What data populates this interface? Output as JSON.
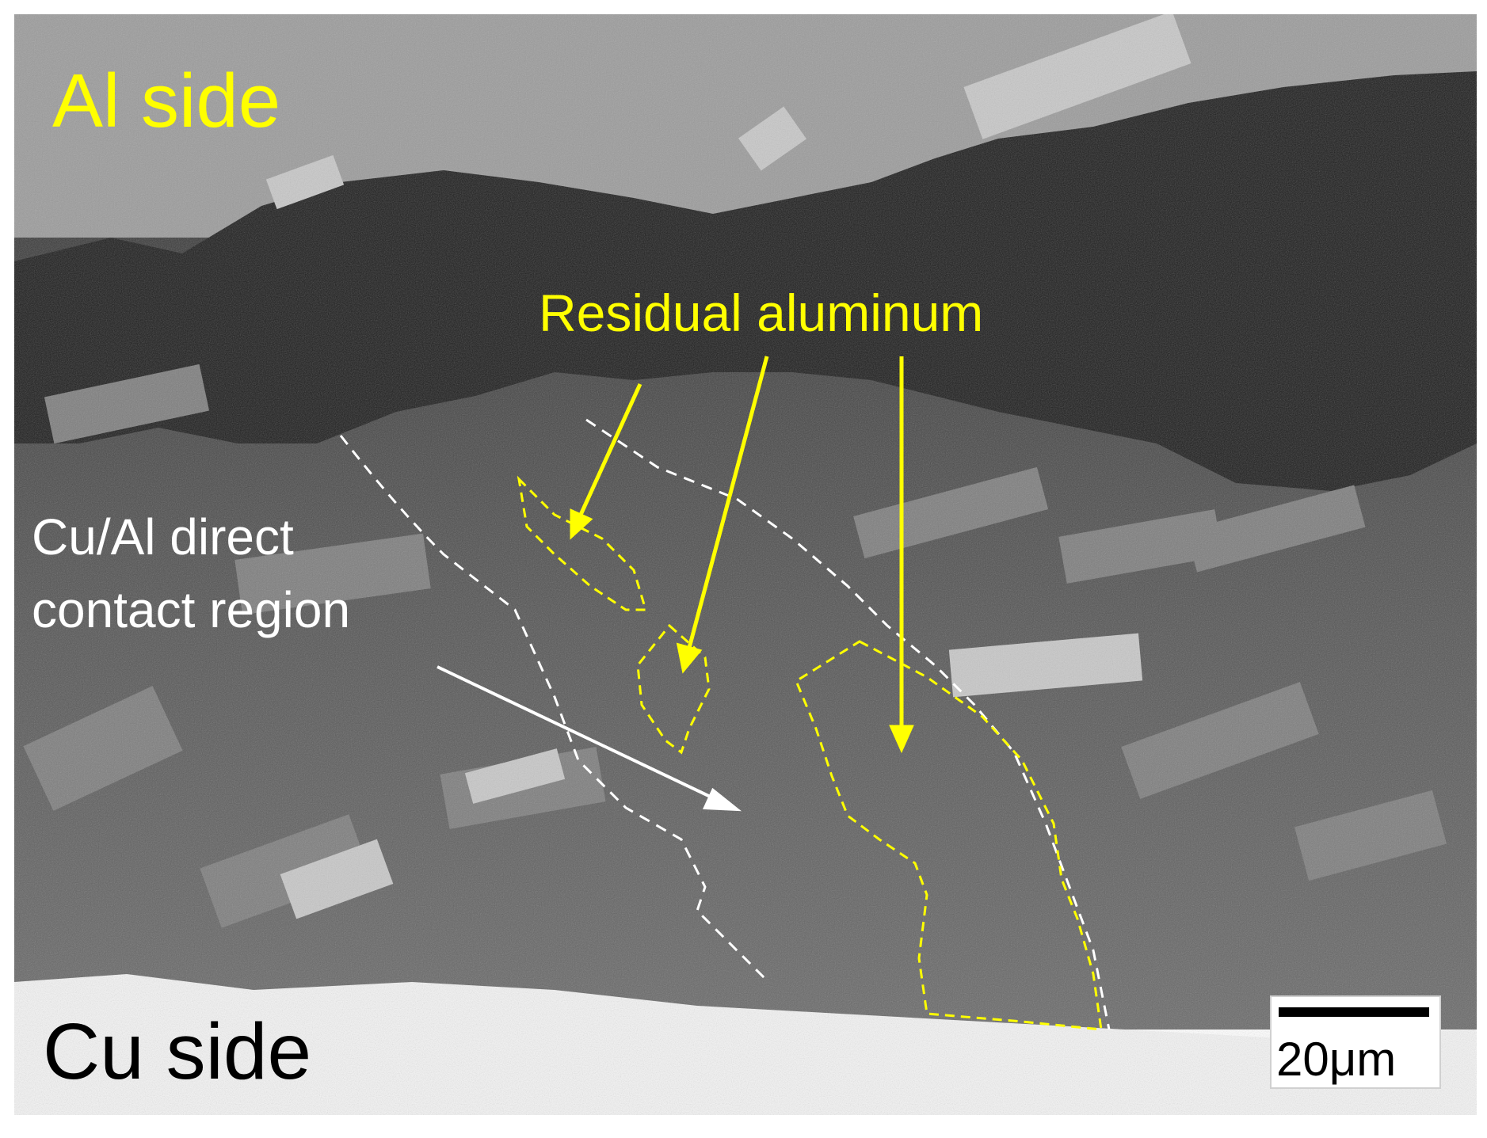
{
  "labels": {
    "al_side": "Al side",
    "cu_side": "Cu side",
    "residual_aluminum": "Residual aluminum",
    "direct_contact_line1": "Cu/Al direct",
    "direct_contact_line2": "contact region",
    "scale_bar": "20μm"
  },
  "colors": {
    "annotation_yellow": "#ffff00",
    "annotation_white": "#ffffff",
    "background": "#ffffff"
  }
}
